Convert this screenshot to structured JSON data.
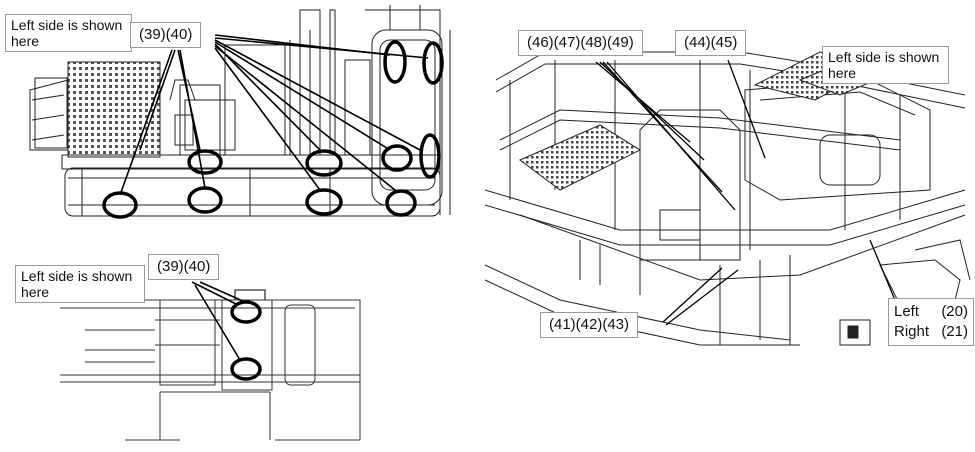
{
  "panel_top_left": {
    "note_line1": "Left side is shown",
    "note_line2": "here",
    "callout": "(39)(40)"
  },
  "panel_bottom_left": {
    "note_line1": "Left side is shown",
    "note_line2": "here",
    "callout": "(39)(40)"
  },
  "panel_right": {
    "callout_a": "(46)(47)(48)(49)",
    "callout_b": "(44)(45)",
    "note_line1": "Left side is shown",
    "note_line2": "here",
    "callout_c": "(41)(42)(43)",
    "left_label": "Left",
    "left_num": "(20)",
    "right_label": "Right",
    "right_num": "(21)"
  }
}
